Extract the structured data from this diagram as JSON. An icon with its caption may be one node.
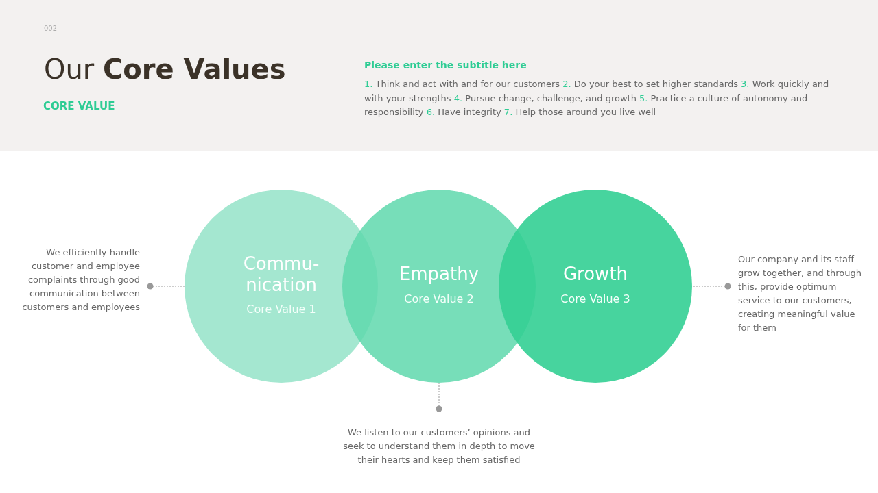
{
  "diagram": {
    "title": "Our **Core Values**",
    "nodes": [
      {
        "text": [
          "We efficiently handle customer and employee complaints through good communication between customers and employees"
        ]
      },
      {
        "text": [
          "Commu-nication",
          "Core Value 1"
        ]
      },
      {
        "text": [
          "Empathy",
          "Core Value 2"
        ]
      },
      {
        "text": [
          "Growth",
          "Core Value 3"
        ]
      },
      {
        "text": [
          "Our company and its staff grow together, and through this, provide optimum service to our customers, creating meaningful value for them"
        ]
      },
      {
        "text": [
          "We listen to our customers’ opinions and seek to understand them in depth to move their hearts and keep them satisfied"
        ]
      }
    ],
    "edges": [
      {
        "from": 0,
        "to": 1,
        "arrow": "other"
      },
      {
        "from": 4,
        "to": 3,
        "arrow": "other"
      },
      {
        "from": 5,
        "to": 2,
        "arrow": "other"
      }
    ],
    "labels": [
      "002",
      "CORE VALUE",
      "Please enter the subtitle here",
      "1. Think and act with and for our customers 2. Do your best to set higher standards  3. Work quickly and with your strengths 4. Pursue change, challenge, and growth  5. Practice a culture of autonomy and responsibility 6. Have integrity  7. Help those around you live well"
    ]
  }
}
